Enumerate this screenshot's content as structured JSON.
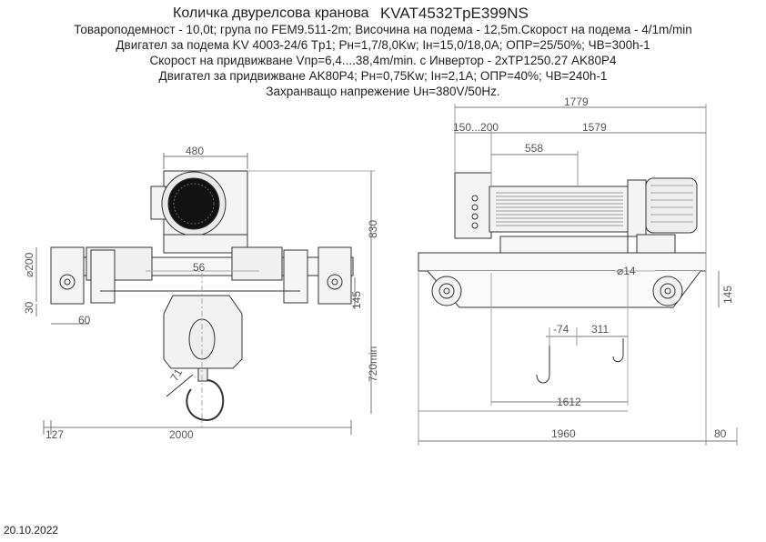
{
  "header": {
    "title": "Количка двурелсова кранова",
    "model": "KVAT4532TpE399NS",
    "lines": [
      "Товароподемност - 10,0t; група по FEM9.511-2m; Височина на подема - 12,5m.Скорост на подема - 4/1m/min",
      "Двигател за подема KV 4003-24/6 Tp1; Рн=1,7/8,0Kw; Iн=15,0/18,0A; ОПР=25/50%; ЧВ=300h-1",
      "Скорост на придвижване Vпр=6,4....38,4m/min. с Инвертор - 2хТР1250.27 AK80P4",
      "Двигател за придвижване AK80P4;  Рн=0,75Kw;  Iн=2,1A;  ОПР=40%; ЧВ=240h-1",
      "Захранващо напрежение Uн=380V/50Hz."
    ]
  },
  "left_view": {
    "dim_width_top": "480",
    "dim_height": "830",
    "dim_wheel_dia": "⌀200",
    "dim_30": "30",
    "dim_60": "60",
    "dim_56": "56",
    "dim_145": "145",
    "dim_720": "720min",
    "dim_71": "71",
    "dim_127": "127",
    "dim_2000": "2000"
  },
  "right_view": {
    "dim_1779": "1779",
    "dim_150_200": "150...200",
    "dim_1579": "1579",
    "dim_558": "558",
    "dim_14": "⌀14",
    "dim_145": "145",
    "dim_neg74": "-74",
    "dim_311": "311",
    "dim_1612": "1612",
    "dim_1960": "1960",
    "dim_80": "80"
  },
  "footer": {
    "date": "20.10.2022"
  }
}
